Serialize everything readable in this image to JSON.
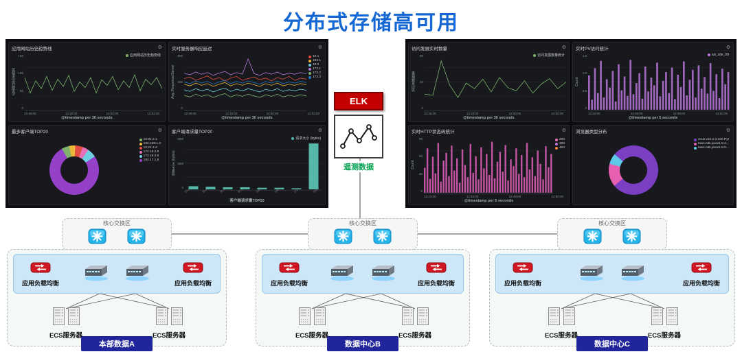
{
  "page": {
    "title": "分布式存储高可用"
  },
  "middle": {
    "elk": "ELK",
    "telemetry": "遥测数据"
  },
  "network": {
    "core_label": "核心交换区",
    "lb_label": "应用负载均衡",
    "ecs_label": "ECS服务器",
    "datacenters": [
      {
        "name": "本部数据A"
      },
      {
        "name": "数据中心B"
      },
      {
        "name": "数据中心C"
      }
    ]
  },
  "dashboards": {
    "left": {
      "panels": [
        {
          "id": "app-trend",
          "title": "应用网站历史趋势线",
          "type": "line",
          "color": "#7eb26d",
          "values": [
            58,
            30,
            52,
            38,
            60,
            35,
            55,
            42,
            62,
            33,
            50,
            40,
            58,
            30,
            54,
            44,
            60,
            36,
            52,
            40,
            63,
            34,
            55,
            45,
            58,
            38
          ],
          "ylabel": "应用网站历史趋势",
          "yticks": [
            "150",
            "100",
            "50",
            "0"
          ],
          "xticks": [
            "12:46:00",
            "12:48:00",
            "12:50:00",
            "12:52:00"
          ],
          "xlabel": "@timestamp per 30 seconds",
          "legend": [
            {
              "label": "应用网站历史趋势线",
              "color": "#7eb26d"
            }
          ],
          "legendPos": "top"
        },
        {
          "id": "resp-latency",
          "title": "实时服务器响应延迟",
          "type": "multiline",
          "series": [
            {
              "color": "#e24d42",
              "values": [
                56,
                59,
                53,
                57,
                61,
                54,
                58,
                52,
                57,
                60,
                53,
                56,
                59,
                54,
                57,
                52,
                58,
                55,
                60,
                53,
                57,
                55
              ]
            },
            {
              "color": "#eab839",
              "values": [
                46,
                43,
                48,
                44,
                47,
                42,
                46,
                49,
                43,
                47,
                44,
                48,
                45,
                42,
                47,
                44,
                48,
                43,
                46,
                44,
                47,
                45
              ]
            },
            {
              "color": "#6ed0e0",
              "values": [
                36,
                33,
                38,
                34,
                37,
                32,
                36,
                39,
                33,
                37,
                34,
                38,
                35,
                32,
                37,
                34,
                38,
                33,
                36,
                34,
                37,
                35
              ]
            },
            {
              "color": "#b877d9",
              "values": [
                66,
                63,
                68,
                64,
                67,
                62,
                66,
                69,
                63,
                67,
                64,
                92,
                65,
                62,
                67,
                64,
                68,
                63,
                66,
                64,
                67,
                65
              ]
            },
            {
              "color": "#7eb26d",
              "values": [
                26,
                23,
                28,
                24,
                27,
                22,
                26,
                29,
                23,
                27,
                24,
                28,
                25,
                22,
                27,
                24,
                28,
                23,
                26,
                24,
                27,
                25
              ]
            },
            {
              "color": "#1f78c1",
              "values": [
                50,
                47,
                52,
                48,
                51,
                46,
                50,
                53,
                47,
                51,
                48,
                52,
                49,
                46,
                51,
                48,
                52,
                47,
                50,
                48,
                51,
                49
              ]
            }
          ],
          "ylabel": "Avg. Response/Server",
          "yticks": [
            "800",
            "400",
            "0"
          ],
          "xticks": [
            "12:46:00",
            "12:48:00",
            "12:50:00",
            "12:52:00"
          ],
          "xlabel": "@timestamp per 30 seconds",
          "legend": [
            {
              "label": "10.1",
              "color": "#e24d42"
            },
            {
              "label": "192.1",
              "color": "#eab839"
            },
            {
              "label": "10.2",
              "color": "#6ed0e0"
            },
            {
              "label": "172.1",
              "color": "#b877d9"
            },
            {
              "label": "172.2",
              "color": "#7eb26d"
            },
            {
              "label": "172.3",
              "color": "#1f78c1"
            }
          ],
          "legendPos": "right"
        },
        {
          "id": "top-clients",
          "title": "最多客户端TOP20",
          "type": "donut",
          "from": -30,
          "segments": [
            {
              "label": "10.91.2.1",
              "value": 5,
              "color": "#7eb26d"
            },
            {
              "label": "192.168.1.3",
              "value": 4,
              "color": "#eab839"
            },
            {
              "label": "10.21.4.2",
              "value": 5,
              "color": "#e24d42"
            },
            {
              "label": "172.16.2.5",
              "value": 4,
              "color": "#e671b8"
            },
            {
              "label": "172.18.3.6",
              "value": 6,
              "color": "#6ed0e0"
            },
            {
              "label": "192.17.1.8",
              "value": 76,
              "color": "#9440c8"
            }
          ],
          "legendPos": "right"
        },
        {
          "id": "client-req",
          "title": "客户端请求量TOP20",
          "type": "bars",
          "color": "#56b8a8",
          "values": [
            6,
            5,
            4,
            4,
            3,
            3,
            2,
            88
          ],
          "ylabel": "请求大小 (bytes)",
          "yticks": [
            "90M",
            "45M",
            "0"
          ],
          "xticks": [
            "10.1",
            "31.6",
            "50.4",
            "87.0",
            "116.2",
            "149.8",
            "172.1",
            "192.1"
          ],
          "rotateTicks": true,
          "xlabel": "客户端请求量TOP20",
          "legend": [
            {
              "label": "请求大小 (bytes)",
              "color": "#56b8a8"
            }
          ],
          "legendPos": "top"
        }
      ]
    },
    "right": {
      "panels": [
        {
          "id": "visit-count",
          "title": "访问发展实时数量",
          "type": "line",
          "color": "#7eb26d",
          "values": [
            28,
            26,
            88,
            45,
            22,
            48,
            38,
            55,
            32,
            58,
            40,
            34,
            52,
            30,
            46,
            56,
            38,
            50
          ],
          "ylabel": "访问发展数量",
          "yticks": [
            "80",
            "40",
            "0"
          ],
          "xticks": [
            "12:46:00",
            "12:48:00",
            "12:50:00",
            "12:52:00"
          ],
          "xlabel": "@timestamp per 30 seconds",
          "legend": [
            {
              "label": "访问发展数量统计",
              "color": "#7eb26d"
            }
          ],
          "legendPos": "top"
        },
        {
          "id": "pv-stats",
          "title": "实时PV访问统计",
          "type": "spikes",
          "color": "#b877d9",
          "values": [
            62,
            18,
            75,
            30,
            88,
            22,
            55,
            40,
            70,
            15,
            82,
            35,
            60,
            25,
            90,
            28,
            48,
            66,
            20,
            78,
            33,
            58,
            44,
            85,
            24,
            52,
            68,
            30,
            76,
            19,
            63,
            41,
            87,
            26,
            54,
            72,
            22,
            80,
            38,
            59,
            29,
            84,
            34,
            64,
            21,
            74,
            46,
            68
          ],
          "ylabel": "Count",
          "yticks": [
            "1.5",
            "1.0",
            "0.5",
            "0"
          ],
          "xticks": [
            "12:44:00",
            "12:46:00",
            "12:48:00",
            "12:50:00"
          ],
          "xlabel": "@timestamp per 5 seconds",
          "legend": [
            {
              "label": "ws_site_00",
              "color": "#b877d9"
            }
          ],
          "legendPos": "top"
        },
        {
          "id": "http-status",
          "title": "实时HTTP状态码统计",
          "type": "spikes",
          "color": "#e05fb8",
          "values": [
            45,
            80,
            25,
            65,
            35,
            90,
            20,
            58,
            72,
            30,
            85,
            40,
            62,
            18,
            78,
            50,
            28,
            88,
            36,
            66,
            24,
            82,
            44,
            70,
            32,
            92,
            26,
            56,
            74,
            38,
            86,
            22,
            60,
            48,
            80,
            34,
            68,
            28,
            90,
            42,
            64,
            30,
            76,
            52,
            24,
            84,
            46,
            70
          ],
          "ylabel": "Count",
          "yticks": [
            "90",
            "60",
            "30",
            "0"
          ],
          "xticks": [
            "12:44:00",
            "12:46:00",
            "12:48:00",
            "12:50:00"
          ],
          "xlabel": "@timestamp per 5 seconds",
          "legend": [
            {
              "label": "200",
              "color": "#e671b8"
            },
            {
              "label": "206",
              "color": "#b877d9"
            },
            {
              "label": "404",
              "color": "#ef843c"
            }
          ],
          "legendPos": "right"
        },
        {
          "id": "browser-dist",
          "title": "浏览器类型分布",
          "type": "donut",
          "from": 310,
          "segments": [
            {
              "label": "zeus.v10.2.3.150 PyP...",
              "value": 78,
              "color": "#7b3fc4"
            },
            {
              "label": "laws.ndk.java/1.8.4...",
              "value": 15,
              "color": "#e65fb0"
            },
            {
              "label": "laws.ndk.java/1.8.0...",
              "value": 7,
              "color": "#5ec8e8"
            }
          ],
          "legendPos": "right"
        }
      ]
    }
  }
}
